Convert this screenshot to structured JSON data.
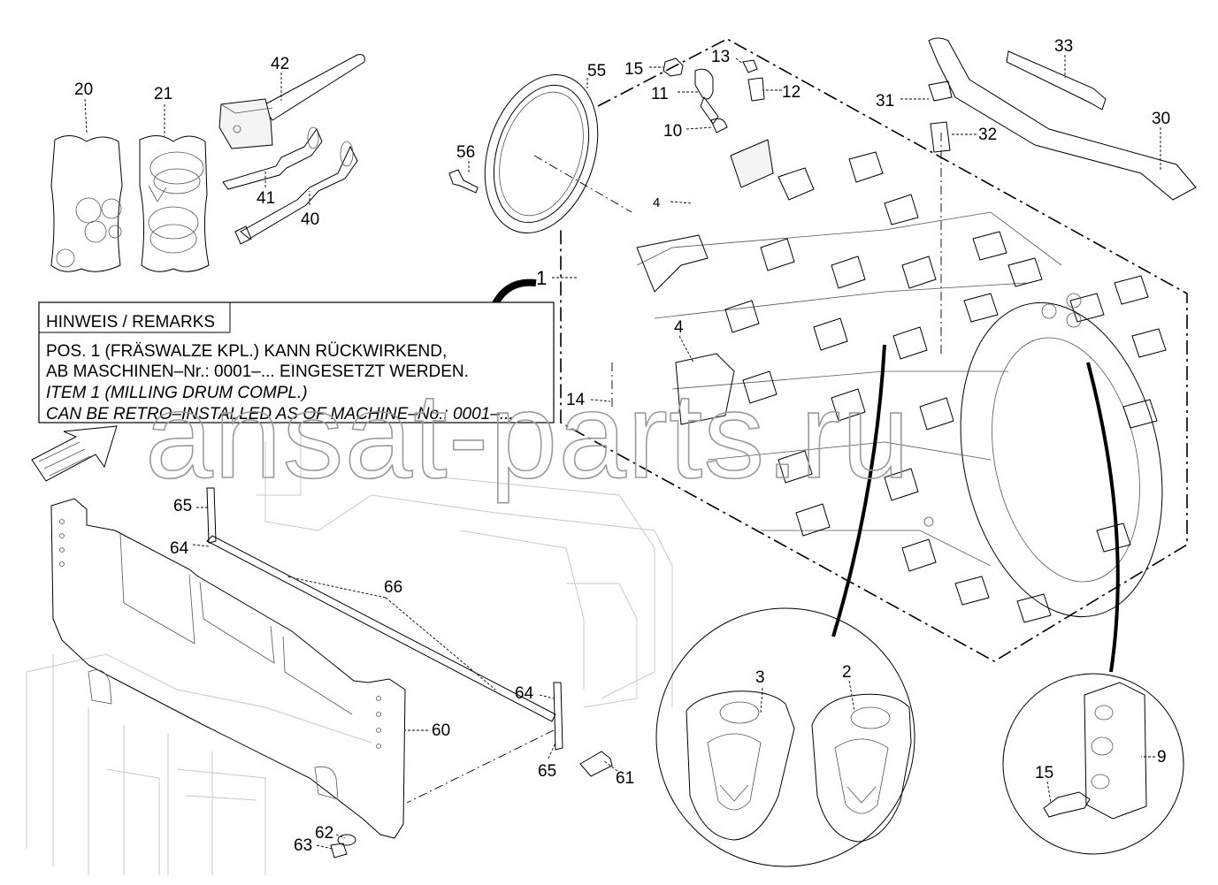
{
  "remarks": {
    "header": "HINWEIS / REMARKS",
    "de_line1": "POS. 1 (FRÄSWALZE  KPL.) KANN RÜCKWIRKEND,",
    "de_line2": "AB MASCHINEN–Nr.: 0001–... EINGESETZT WERDEN.",
    "en_line1": "ITEM 1 (MILLING DRUM COMPL.)",
    "en_line2": "CAN BE RETRO–INSTALLED  AS OF MACHINE–No.: 0001–..."
  },
  "watermark": "ansat-parts.ru",
  "callouts": {
    "p20": "20",
    "p21": "21",
    "p42": "42",
    "p41": "41",
    "p40": "40",
    "p55": "55",
    "p56": "56",
    "p15a": "15",
    "p11": "11",
    "p13": "13",
    "p12": "12",
    "p10": "10",
    "p33": "33",
    "p31": "31",
    "p32": "32",
    "p30": "30",
    "p4a": "4",
    "p4b": "4",
    "p1": "1",
    "p14": "14",
    "p65a": "65",
    "p64a": "64",
    "p66": "66",
    "p64b": "64",
    "p60": "60",
    "p65b": "65",
    "p61": "61",
    "p62": "62",
    "p63": "63",
    "p3": "3",
    "p2": "2",
    "p15b": "15",
    "p9": "9"
  }
}
